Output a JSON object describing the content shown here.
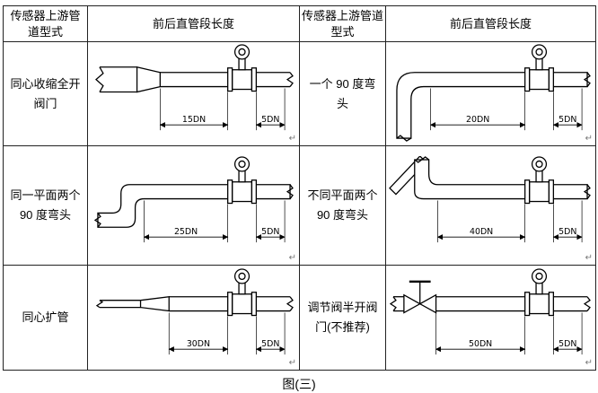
{
  "caption": "图(三)",
  "marks": {
    "return": "↵"
  },
  "table": {
    "headers": [
      "传感器上游管道型式",
      "前后直管段长度",
      "传感器上游管道型式",
      "前后直管段长度"
    ],
    "rows": [
      {
        "left_label": "同心收缩全开阀门",
        "left_run": "15DN",
        "left_after": "5DN",
        "right_label": "一个 90 度弯头",
        "right_run": "20DN",
        "right_after": "5DN"
      },
      {
        "left_label": "同一平面两个 90 度弯头",
        "left_run": "25DN",
        "left_after": "5DN",
        "right_label": "不同平面两个 90 度弯头",
        "right_run": "40DN",
        "right_after": "5DN"
      },
      {
        "left_label": "同心扩管",
        "left_run": "30DN",
        "left_after": "5DN",
        "right_label": "调节阀半开阀门(不推荐)",
        "right_run": "50DN",
        "right_after": "5DN"
      }
    ]
  }
}
